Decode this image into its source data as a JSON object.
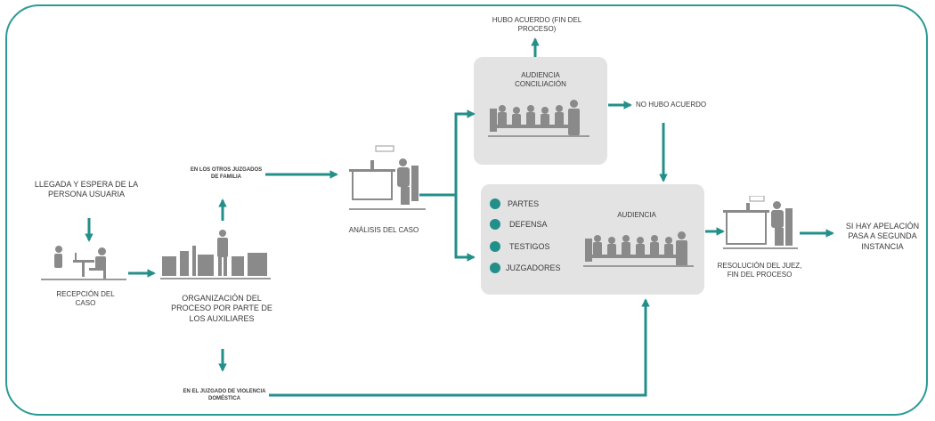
{
  "colors": {
    "accent": "#238f8a",
    "box": "#e3e3e3",
    "frame": "#2a9a94",
    "figures": "#7d7d7d"
  },
  "steps": {
    "llegada": "LLEGADA Y ESPERA DE LA PERSONA USUARIA",
    "recepcion": "RECEPCIÓN DEL CASO",
    "organizacion": "ORGANIZACIÓN DEL PROCESO POR PARTE DE LOS AUXILIARES",
    "otros_juzgados": "EN LOS OTROS JUZGADOS DE FAMILIA",
    "violencia": "EN EL JUZGADO DE VIOLENCIA DOMÉSTICA",
    "analisis": "ANÁLISIS DEL CASO",
    "conciliacion": "AUDIENCIA CONCILIACIÓN",
    "hubo_acuerdo": "HUBO ACUERDO (FIN DEL PROCESO)",
    "no_hubo_acuerdo": "NO HUBO ACUERDO",
    "audiencia": "AUDIENCIA",
    "resolucion": "RESOLUCIÓN DEL JUEZ, FIN DEL PROCESO",
    "apelacion": "SI HAY APELACIÓN PASA A SEGUNDA INSTANCIA"
  },
  "participants": [
    "PARTES",
    "DEFENSA",
    "TESTIGOS",
    "JUZGADORES"
  ]
}
